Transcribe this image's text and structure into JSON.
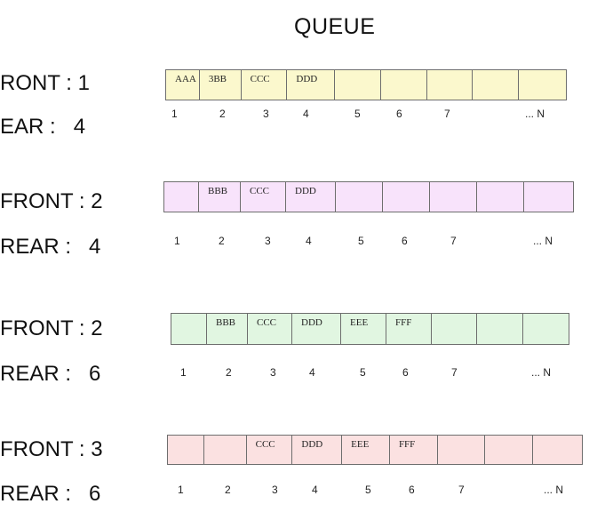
{
  "title": "QUEUE",
  "rows": [
    {
      "front_label": "RONT : 1",
      "rear_label": "EAR :   4",
      "color": "#fbf8cd",
      "cells": [
        "AAA",
        "3BB",
        "CCC",
        "DDD",
        "",
        "",
        "",
        "",
        ""
      ],
      "indices": [
        "1",
        "2",
        "3",
        "4",
        "5",
        "6",
        "7",
        "... N"
      ]
    },
    {
      "front_label": "FRONT : 2",
      "rear_label": "REAR :   4",
      "color": "#f8e3fb",
      "cells": [
        "",
        "BBB",
        "CCC",
        "DDD",
        "",
        "",
        "",
        "",
        ""
      ],
      "indices": [
        "1",
        "2",
        "3",
        "4",
        "5",
        "6",
        "7",
        "... N"
      ]
    },
    {
      "front_label": "FRONT : 2",
      "rear_label": "REAR :   6",
      "color": "#e1f6e1",
      "cells": [
        "",
        "BBB",
        "CCC",
        "DDD",
        "EEE",
        "FFF",
        "",
        "",
        ""
      ],
      "indices": [
        "1",
        "2",
        "3",
        "4",
        "5",
        "6",
        "7",
        "... N"
      ]
    },
    {
      "front_label": "FRONT : 3",
      "rear_label": "REAR :   6",
      "color": "#fbe1e1",
      "cells": [
        "",
        "",
        "CCC",
        "DDD",
        "EEE",
        "FFF",
        "",
        "",
        ""
      ],
      "indices": [
        "1",
        "2",
        "3",
        "4",
        "5",
        "6",
        "7",
        "... N"
      ]
    }
  ]
}
